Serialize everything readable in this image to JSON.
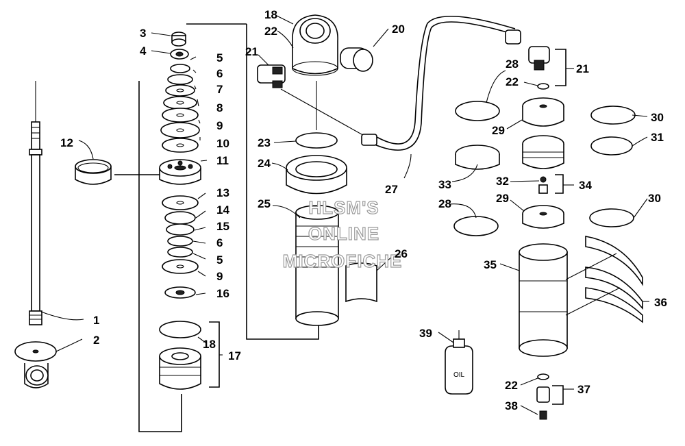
{
  "watermark": {
    "line1": "HLSM'S",
    "line2": "ONLINE",
    "line3": "MICROFICHE"
  },
  "oil_bottle_label": "OIL",
  "callouts": [
    "1",
    "2",
    "3",
    "4",
    "5",
    "6",
    "7",
    "8",
    "9",
    "10",
    "11",
    "12",
    "13",
    "14",
    "15",
    "6",
    "5",
    "9",
    "16",
    "17",
    "18",
    "18",
    "22",
    "20",
    "21",
    "23",
    "24",
    "25",
    "26",
    "27",
    "28",
    "22",
    "21",
    "30",
    "29",
    "31",
    "33",
    "32",
    "34",
    "28",
    "29",
    "30",
    "35",
    "36",
    "39",
    "22",
    "37",
    "38"
  ]
}
